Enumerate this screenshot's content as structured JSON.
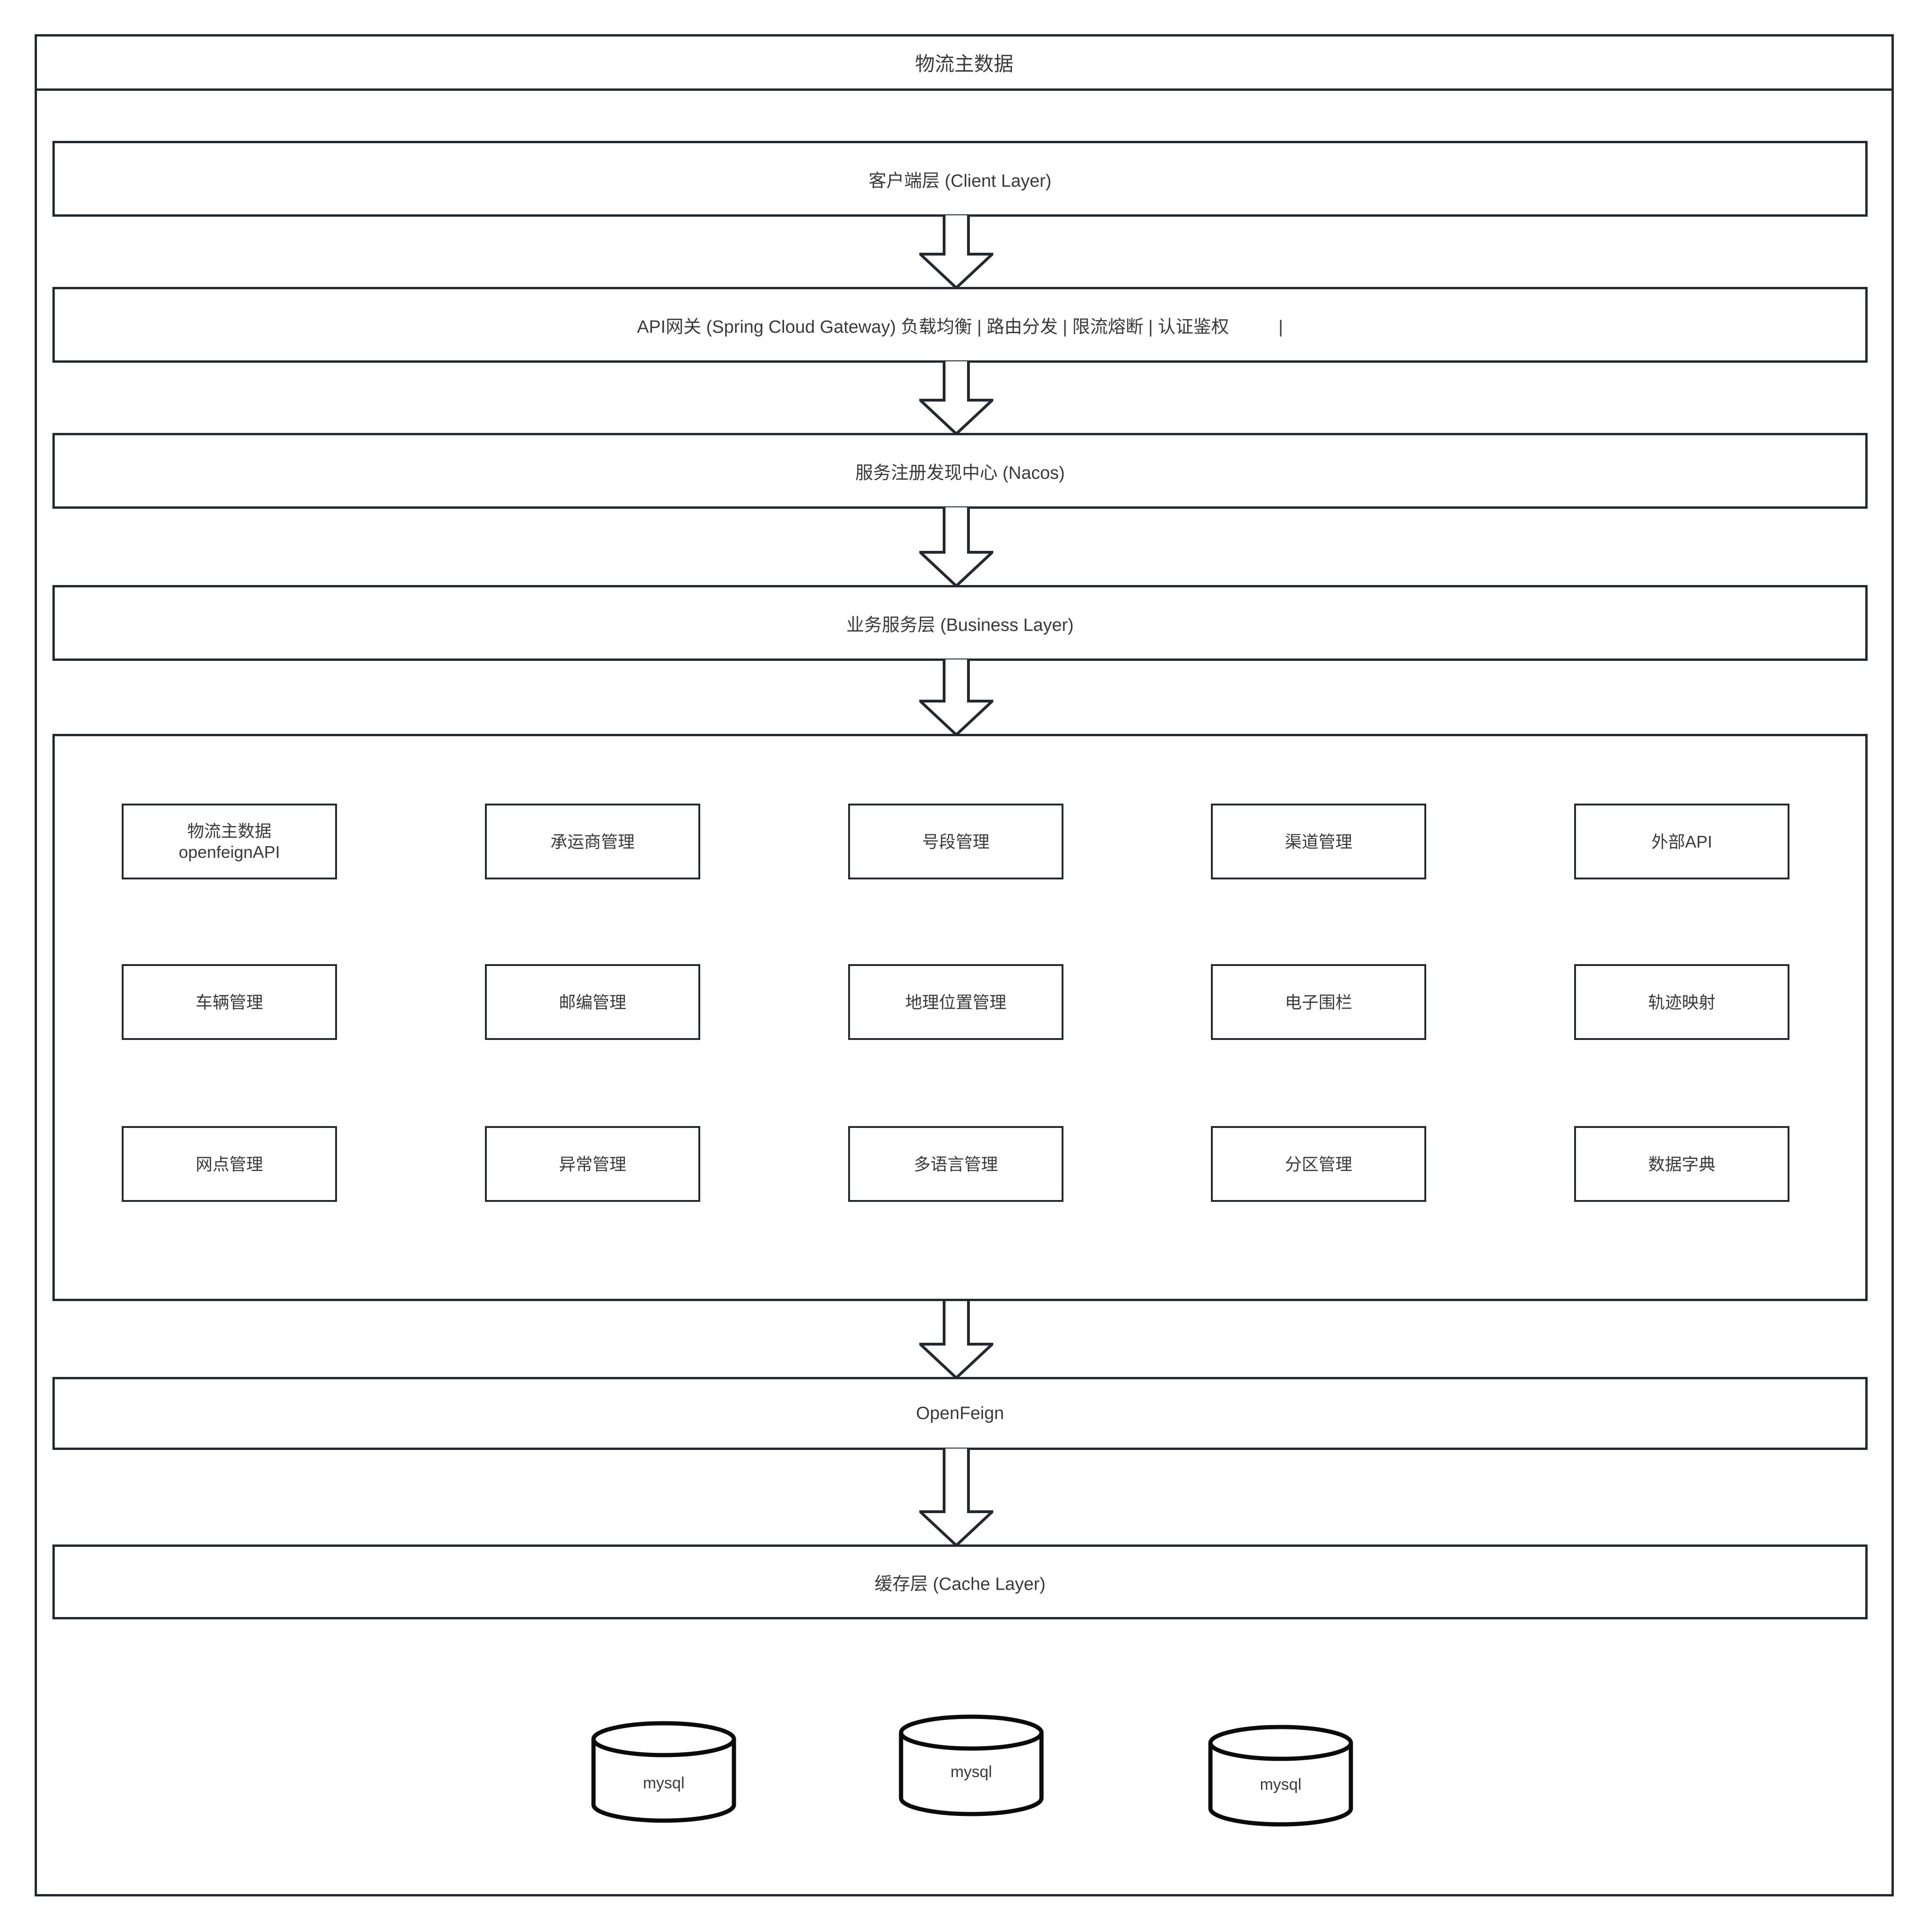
{
  "diagram_title": "物流主数据",
  "layers": {
    "client": {
      "label": "客户端层 (Client Layer)"
    },
    "gateway": {
      "label": "API网关 (Spring Cloud Gateway) 负载均衡 | 路由分发 | 限流熔断 | 认证鉴权          |"
    },
    "nacos": {
      "label": "服务注册发现中心 (Nacos)"
    },
    "business": {
      "label": "业务服务层 (Business Layer)"
    },
    "openfeign": {
      "label": "OpenFeign"
    },
    "cache": {
      "label": "缓存层 (Cache Layer)"
    }
  },
  "services": {
    "row1": [
      {
        "label": "物流主数据\nopenfeignAPI"
      },
      {
        "label": "承运商管理"
      },
      {
        "label": "号段管理"
      },
      {
        "label": "渠道管理"
      },
      {
        "label": "外部API"
      }
    ],
    "row2": [
      {
        "label": "车辆管理"
      },
      {
        "label": "邮编管理"
      },
      {
        "label": "地理位置管理"
      },
      {
        "label": "电子围栏"
      },
      {
        "label": "轨迹映射"
      }
    ],
    "row3": [
      {
        "label": "网点管理"
      },
      {
        "label": "异常管理"
      },
      {
        "label": "多语言管理"
      },
      {
        "label": "分区管理"
      },
      {
        "label": "数据字典"
      }
    ]
  },
  "databases": [
    {
      "label": "mysql"
    },
    {
      "label": "mysql"
    },
    {
      "label": "mysql"
    }
  ],
  "colors": {
    "border": "#242930",
    "text": "#3a3a3a",
    "background": "#ffffff"
  }
}
